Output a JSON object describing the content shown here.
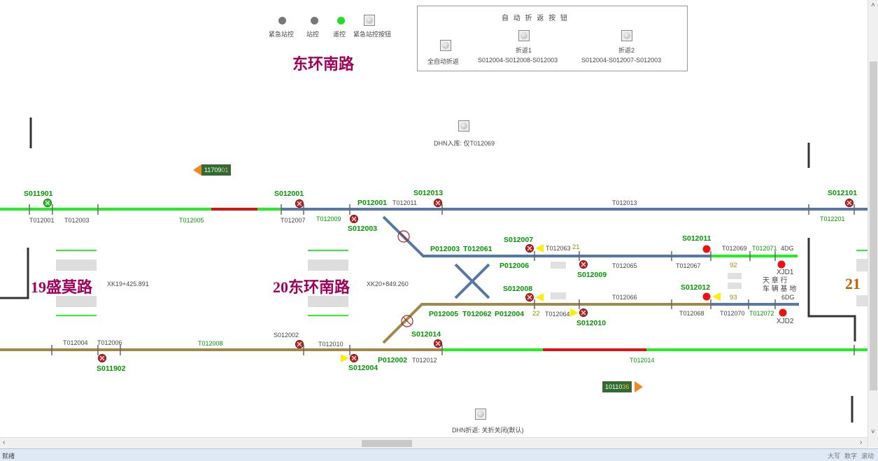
{
  "top_lamps": {
    "labels": [
      "紧急站控",
      "站控",
      "遥控",
      "紧急站控按钮"
    ],
    "colors": [
      "#777777",
      "#777777",
      "#22dd22",
      "#bbbbbb"
    ]
  },
  "station_title": "东环南路",
  "auto_route_panel": {
    "title": "自 动 折 返 按 钮",
    "buttons": [
      {
        "label": "全自动折返",
        "sub": ""
      },
      {
        "label": "折返1",
        "sub": "S012004-S012008-S012003"
      },
      {
        "label": "折返2",
        "sub": "S012004-S012007-S012003"
      }
    ]
  },
  "dhn_top": {
    "label": "DHN入库: 仅T012069"
  },
  "dhn_bottom": {
    "label": "DHN折返: 关折关闭(默认)"
  },
  "trains": [
    {
      "id": "11709",
      "suffix": "01",
      "dir": "left"
    },
    {
      "id": "10110",
      "suffix": "36",
      "dir": "right"
    }
  ],
  "stations": [
    {
      "name": "19盛莫路",
      "km": "XK19+425.891"
    },
    {
      "name": "20东环南路",
      "km": "XK20+849.260"
    },
    {
      "name": "21"
    }
  ],
  "signals_green": [
    "S011901",
    "S012001",
    "S012013",
    "S012101",
    "S012003",
    "P012001",
    "S012007",
    "S012011",
    "P012003",
    "T012061",
    "P012006",
    "S012009",
    "S012008",
    "S012012",
    "P012005",
    "T012062",
    "P012004",
    "S012010",
    "S012014",
    "S011902",
    "S012004",
    "P012002"
  ],
  "signals_dark": [
    "S012002",
    "T012012",
    "XJD1",
    "XJD2",
    "4DG",
    "6DG"
  ],
  "section_labels": {
    "upper": [
      "T012001",
      "T012003",
      "T012005",
      "T012007",
      "T012009",
      "T012011",
      "T012013",
      "T012201"
    ],
    "lower": [
      "T012004",
      "T012006",
      "T012008",
      "T012010",
      "T012014"
    ],
    "siding1": [
      "T012063",
      "T012065",
      "T012067",
      "T012069",
      "T012071"
    ],
    "siding2": [
      "T012064",
      "T012066",
      "T012068",
      "T012070",
      "T012072"
    ]
  },
  "numbers": {
    "n21": "21",
    "n22": "22",
    "n92": "92",
    "n93": "93"
  },
  "depot_label": "天 章 行\n车 辆 基 地",
  "status_bar": {
    "left": "就绪",
    "right": [
      "大写",
      "数字",
      "滚动"
    ]
  }
}
